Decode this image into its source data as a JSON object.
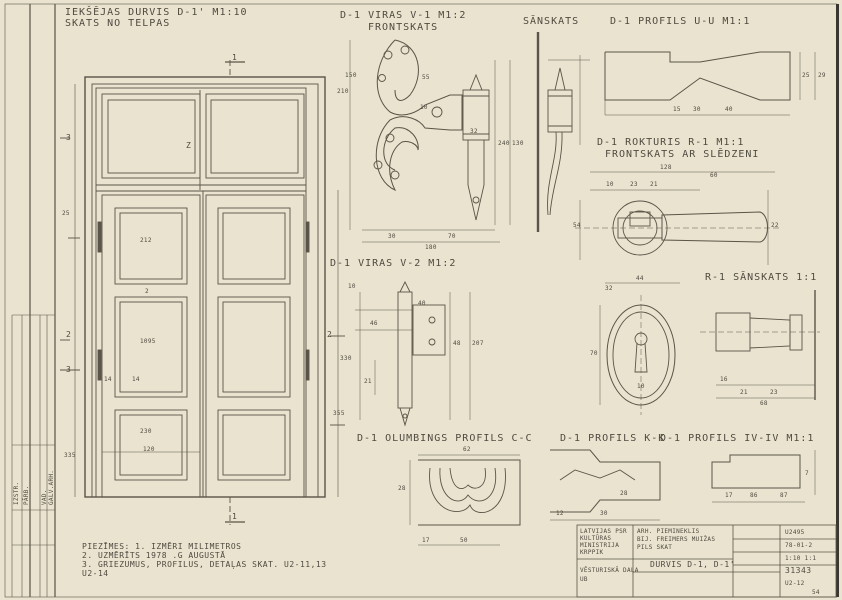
{
  "titles": {
    "main_line1": "IEKŠĒJAS DURVIS D-1'  M1:10",
    "main_line2": "SKATS NO TELPAS",
    "hinge_v1_line1": "D-1 VIRAS V-1 M1:2",
    "hinge_v1_line2": "FRONTSKATS",
    "side_view": "SĀNSKATS",
    "profile_uu": "D-1 PROFILS U-U  M1:1",
    "handle_line1": "D-1 ROKTURIS R-1  M1:1",
    "handle_line2": "FRONTSKATS AR SLĒDZENI",
    "hinge_v2": "D-1 VIRAS V-2 M1:2",
    "handle_side": "R-1 SĀNSKATS 1:1",
    "olumbing_profile": "D-1 OLUMBINGS PROFILS C-C",
    "profile_kk": "D-1 PROFILS K-K",
    "profile_ivw": "D-1 PROFILS IV-IV  M1:1"
  },
  "section_marks": [
    "1",
    "1",
    "2",
    "2",
    "3",
    "3",
    "Z"
  ],
  "notes": [
    "PIEZĪMES: 1. IZMĒRI MILIMETROS",
    "2. UZMĒRĪTS 1978 .G AUGUSTĀ",
    "3. GRIEZUMUS, PROFILUS, DETAĻAS SKAT. U2-11,13",
    "U2-14"
  ],
  "title_block": {
    "org_1": "LATVIJAS PSR",
    "org_2": "KULTŪRAS",
    "org_3": "MINISTRIJA",
    "org_4": "KRPPIK",
    "project_1": "ARH. PIEMINEKLIS",
    "project_2": "BIJ. FREIMERS MUIŽAS",
    "project_3": "PILS SKAT",
    "dept_1": "VĒSTURISKĀ DAĻA",
    "dept_2": "UB",
    "sheet_label": "DURVIS  D-1, D-1'",
    "code": "U2495",
    "date": "78-01-2",
    "scale": "1:10 1:1",
    "number": "31343",
    "ref": "U2-12"
  },
  "side_stamp": [
    "IZSTR.",
    "PĀRB.",
    "VAD.",
    "GALV.ARH."
  ],
  "door_dims": {
    "d1": "2",
    "d2": "25",
    "d3": "212",
    "d4": "1095",
    "d5": "230",
    "d6": "330",
    "d7": "355",
    "d8": "14",
    "d9": "120",
    "d10": "335",
    "d11": "14"
  },
  "hinge_dims": {
    "h1": "210",
    "h2": "150",
    "h3": "55",
    "h4": "32",
    "h5": "30",
    "h6": "70",
    "h7": "180",
    "h8": "10",
    "h9": "240",
    "h10": "130"
  },
  "profile_dims": {
    "p1": "15",
    "p2": "30",
    "p3": "40",
    "p4": "25",
    "p5": "29"
  },
  "handle_dims": {
    "r1": "128",
    "r2": "23",
    "r3": "60",
    "r4": "10",
    "r5": "21",
    "r6": "54",
    "r7": "22"
  },
  "keyhole_dims": {
    "k1": "44",
    "k2": "70",
    "k3": "32",
    "k4": "10"
  },
  "hinge2_dims": {
    "a1": "10",
    "a2": "46",
    "a3": "40",
    "a4": "48",
    "a5": "207",
    "a6": "21"
  },
  "side_dims": {
    "s1": "16",
    "s2": "21",
    "s3": "23",
    "s4": "68"
  },
  "olumbing_dims": {
    "o1": "62",
    "o2": "28",
    "o3": "50",
    "o4": "17"
  },
  "kk_dims": {
    "k1": "12",
    "k2": "30",
    "k3": "28"
  },
  "ivw_dims": {
    "i1": "17",
    "i2": "86",
    "i3": "87",
    "i4": "7"
  },
  "page_number": "54"
}
